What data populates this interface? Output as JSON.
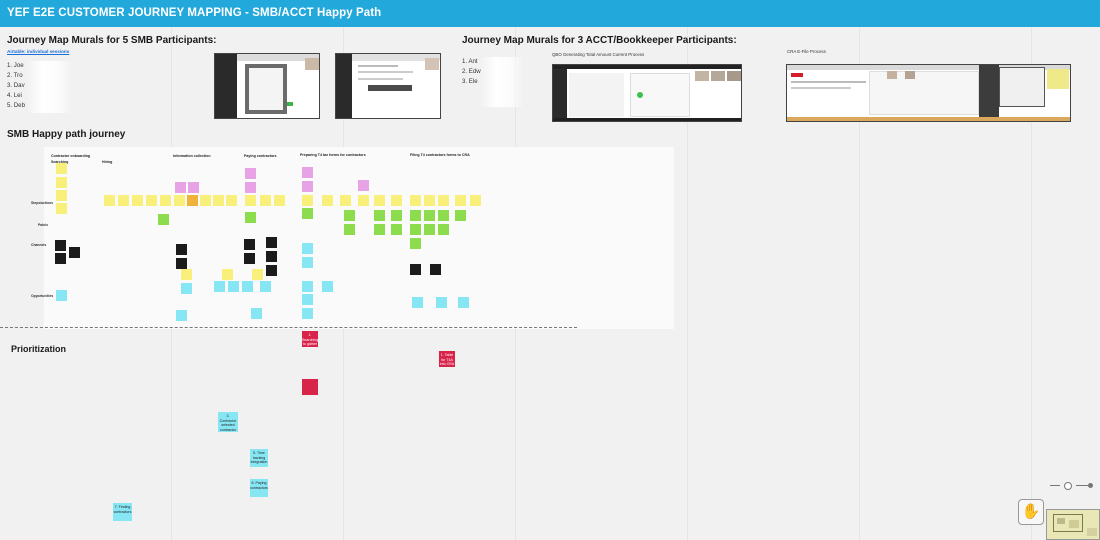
{
  "title": "YEF E2E CUSTOMER JOURNEY MAPPING - SMB/ACCT Happy Path",
  "smb_section": {
    "heading": "Journey Map Murals for 5 SMB Participants:",
    "link": "Airtable: individual sessions",
    "participants": [
      "1. Joe",
      "2. Tro",
      "3. Dav",
      "4. Lei",
      "5. Deb"
    ]
  },
  "acct_section": {
    "heading": "Journey Map Murals for 3 ACCT/Bookkeeper Participants:",
    "participants": [
      "1. Ant",
      "2. Edw",
      "3. Ele"
    ],
    "captions": [
      "QBO Generating Total Amount Current Process",
      "CRA E-File Process"
    ]
  },
  "happy_path": {
    "heading": "SMB Happy path journey",
    "phases": [
      "Contractor onboarding",
      "Searching",
      "Hiring",
      "Information collection",
      "Paying contractors",
      "Preparing T4 tax forms for contractors",
      "Filing T4 contractors forms to CRA"
    ],
    "rows": [
      "Steps/actions",
      "Pain/s",
      "Channels",
      "Opportunities"
    ]
  },
  "prioritization": {
    "heading": "Prioritization",
    "notes": [
      "3. Contractor selected contractor onboarding / network",
      "5. Time tracking integration",
      "6. Paying contractors",
      "7. Finding contractors"
    ],
    "top_notes": [
      "1. Searching to gather all contractors",
      "1. Table for T4A info CRA"
    ]
  },
  "colors": {
    "header": "#23a8db",
    "yellow": "#f8f07a",
    "green": "#8ddc4e",
    "pink": "#e8a3e6",
    "cyan": "#86e6f3",
    "black": "#1b1b1b",
    "red": "#d8234a"
  },
  "icons": {
    "hand": "hand-icon"
  }
}
